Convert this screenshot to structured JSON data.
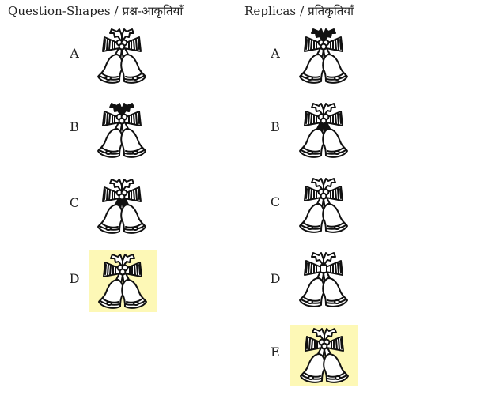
{
  "question_title": "Question-Shapes / प्रश्न-आकृतियाँ",
  "replica_title": "Replicas / प्रतिकृतियाँ",
  "highlight_color": "#fdf8b6",
  "question_shapes": [
    {
      "label": "A",
      "icon": "christmas-bells-icon",
      "variant": "plain-knot",
      "highlighted": false
    },
    {
      "label": "B",
      "icon": "christmas-bells-icon",
      "variant": "filled-leaves",
      "highlighted": false
    },
    {
      "label": "C",
      "icon": "christmas-bells-icon",
      "variant": "filled-bow-tails",
      "highlighted": false
    },
    {
      "label": "D",
      "icon": "christmas-bells-icon",
      "variant": "plain",
      "highlighted": true
    }
  ],
  "replicas": [
    {
      "label": "A",
      "icon": "christmas-bells-icon",
      "variant": "filled-leaves",
      "highlighted": false
    },
    {
      "label": "B",
      "icon": "christmas-bells-icon",
      "variant": "filled-bow-tails",
      "highlighted": false
    },
    {
      "label": "C",
      "icon": "christmas-bells-icon",
      "variant": "plain-knot",
      "highlighted": false
    },
    {
      "label": "D",
      "icon": "christmas-bells-icon",
      "variant": "no-knot",
      "highlighted": false
    },
    {
      "label": "E",
      "icon": "christmas-bells-icon",
      "variant": "plain",
      "highlighted": true
    }
  ]
}
